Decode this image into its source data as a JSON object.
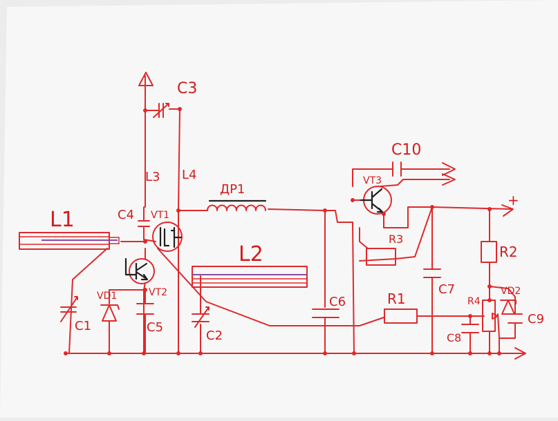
{
  "diagram": {
    "labels": {
      "L1": "L1",
      "L2": "L2",
      "L3": "L3",
      "L4": "L4",
      "C1": "C1",
      "C2": "C2",
      "C3": "C3",
      "C4": "C4",
      "C5": "C5",
      "C6": "C6",
      "C7": "C7",
      "C8": "C8",
      "C9": "C9",
      "C10": "C10",
      "R1": "R1",
      "R2": "R2",
      "R3": "R3",
      "R4": "R4",
      "VT1": "VT1",
      "VT2": "VT2",
      "VT3": "VT3",
      "VD1": "VD1",
      "VD2": "VD2",
      "DR1": "ДР1",
      "plus": "+"
    },
    "colors": {
      "ink": "#e0282a",
      "text": "#d21c1c",
      "pen": "#202020",
      "paper": "#f7f7f7"
    }
  }
}
